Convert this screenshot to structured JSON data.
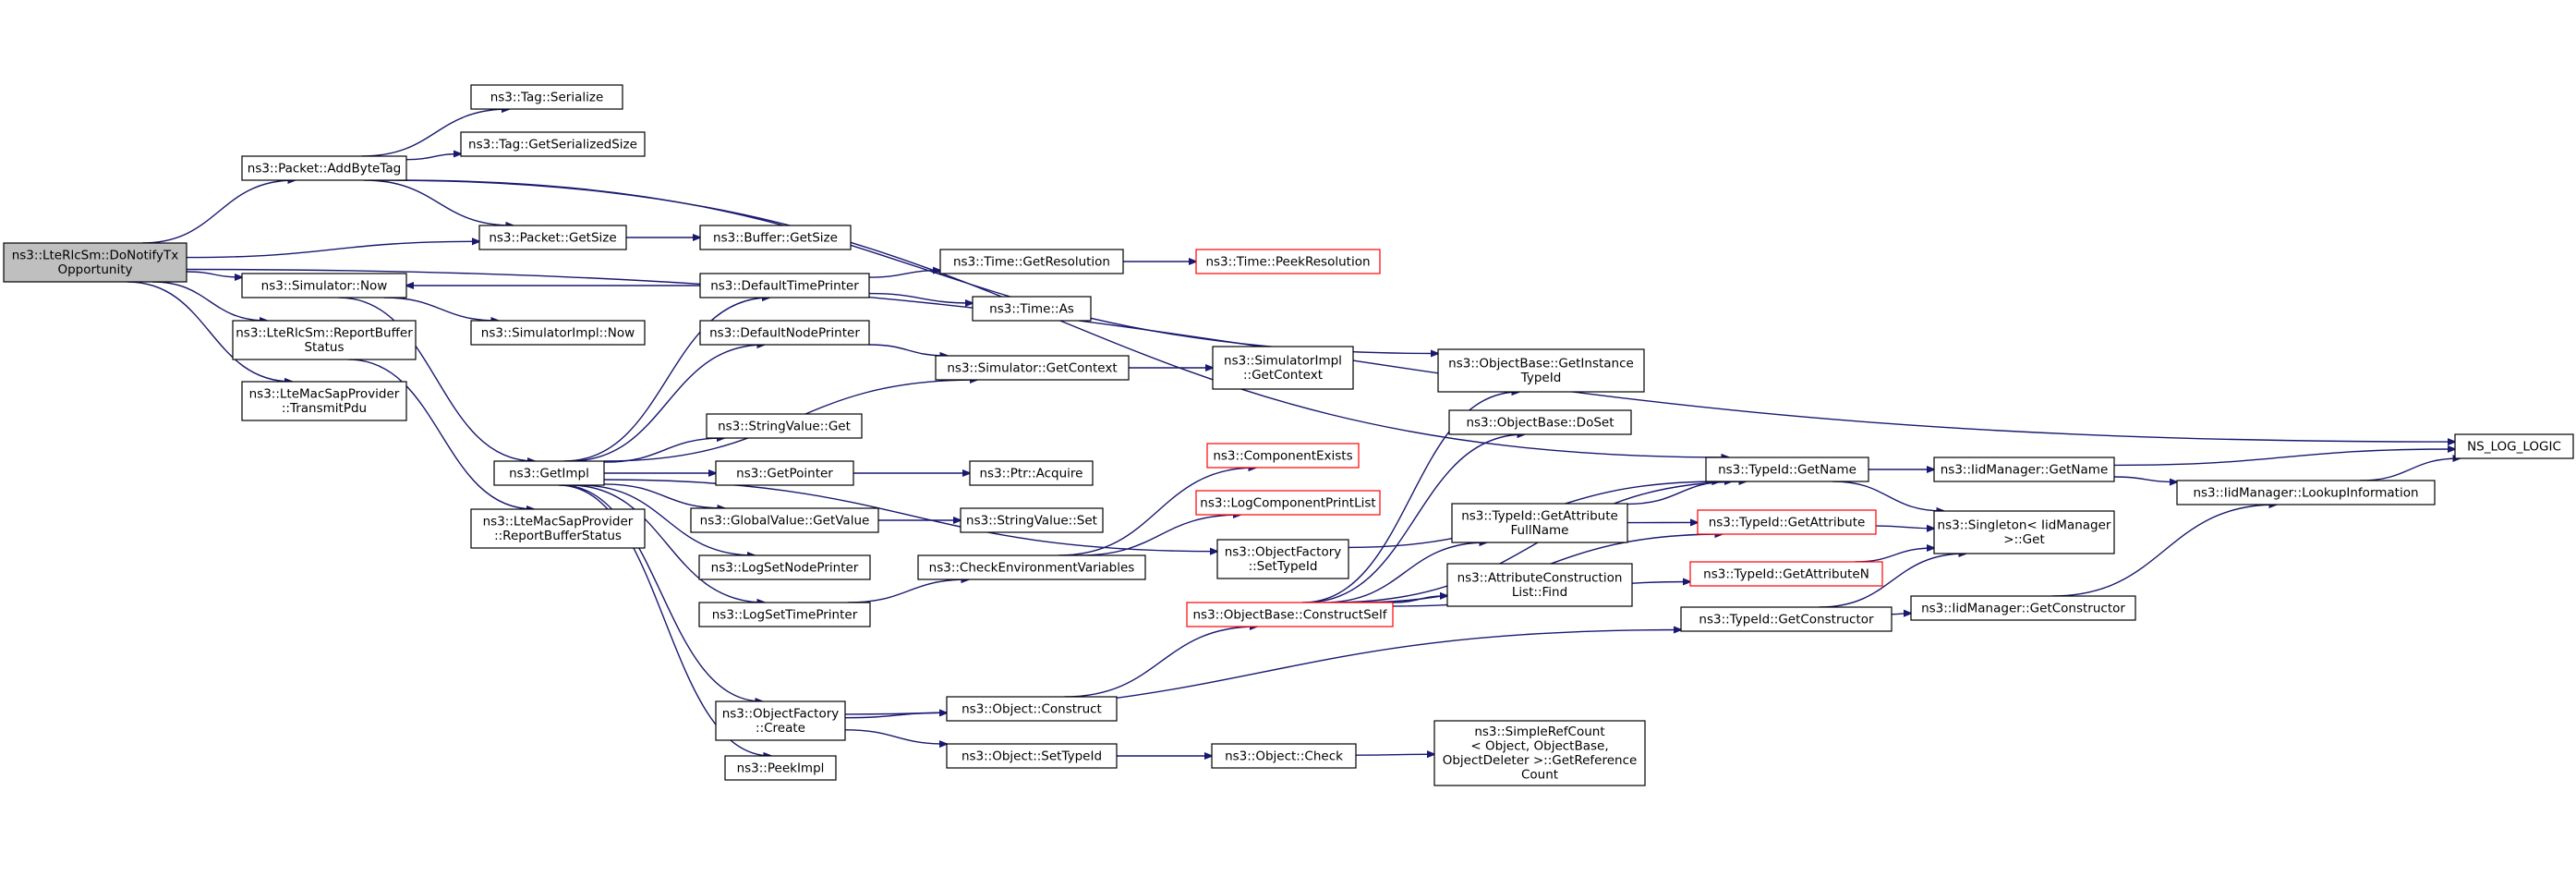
{
  "diagram": {
    "nodes": [
      {
        "id": "root",
        "lines": [
          "ns3::LteRlcSm::DoNotifyTx",
          "Opportunity"
        ],
        "style": "root"
      },
      {
        "id": "addbytetag",
        "lines": [
          "ns3::Packet::AddByteTag"
        ]
      },
      {
        "id": "getsize",
        "lines": [
          "ns3::Packet::GetSize"
        ]
      },
      {
        "id": "now",
        "lines": [
          "ns3::Simulator::Now"
        ]
      },
      {
        "id": "reportbuf",
        "lines": [
          "ns3::LteRlcSm::ReportBuffer",
          "Status"
        ]
      },
      {
        "id": "transmitpdu",
        "lines": [
          "ns3::LteMacSapProvider",
          "::TransmitPdu"
        ]
      },
      {
        "id": "tagserialize",
        "lines": [
          "ns3::Tag::Serialize"
        ]
      },
      {
        "id": "taggetser",
        "lines": [
          "ns3::Tag::GetSerializedSize"
        ]
      },
      {
        "id": "buffergetsize",
        "lines": [
          "ns3::Buffer::GetSize"
        ]
      },
      {
        "id": "simimplnow",
        "lines": [
          "ns3::SimulatorImpl::Now"
        ]
      },
      {
        "id": "getimpl",
        "lines": [
          "ns3::GetImpl"
        ]
      },
      {
        "id": "macreport",
        "lines": [
          "ns3::LteMacSapProvider",
          "::ReportBufferStatus"
        ]
      },
      {
        "id": "deftime",
        "lines": [
          "ns3::DefaultTimePrinter"
        ]
      },
      {
        "id": "defnode",
        "lines": [
          "ns3::DefaultNodePrinter"
        ]
      },
      {
        "id": "stringget",
        "lines": [
          "ns3::StringValue::Get"
        ]
      },
      {
        "id": "getpointer",
        "lines": [
          "ns3::GetPointer"
        ]
      },
      {
        "id": "globalget",
        "lines": [
          "ns3::GlobalValue::GetValue"
        ]
      },
      {
        "id": "logsetnode",
        "lines": [
          "ns3::LogSetNodePrinter"
        ]
      },
      {
        "id": "logsettime",
        "lines": [
          "ns3::LogSetTimePrinter"
        ]
      },
      {
        "id": "objfactcreate",
        "lines": [
          "ns3::ObjectFactory",
          "::Create"
        ]
      },
      {
        "id": "peekimpl",
        "lines": [
          "ns3::PeekImpl"
        ]
      },
      {
        "id": "timegetres",
        "lines": [
          "ns3::Time::GetResolution"
        ]
      },
      {
        "id": "timeas",
        "lines": [
          "ns3::Time::As"
        ]
      },
      {
        "id": "simgetctx",
        "lines": [
          "ns3::Simulator::GetContext"
        ]
      },
      {
        "id": "ptracquire",
        "lines": [
          "ns3::Ptr::Acquire"
        ]
      },
      {
        "id": "stringset",
        "lines": [
          "ns3::StringValue::Set"
        ]
      },
      {
        "id": "checkenv",
        "lines": [
          "ns3::CheckEnvironmentVariables"
        ]
      },
      {
        "id": "objconstruct",
        "lines": [
          "ns3::Object::Construct"
        ]
      },
      {
        "id": "objsettypeid",
        "lines": [
          "ns3::Object::SetTypeId"
        ]
      },
      {
        "id": "peekres",
        "lines": [
          "ns3::Time::PeekResolution"
        ],
        "style": "truncated"
      },
      {
        "id": "simimplctx",
        "lines": [
          "ns3::SimulatorImpl",
          "::GetContext"
        ]
      },
      {
        "id": "compexists",
        "lines": [
          "ns3::ComponentExists"
        ],
        "style": "truncated"
      },
      {
        "id": "logcompprint",
        "lines": [
          "ns3::LogComponentPrintList"
        ],
        "style": "truncated"
      },
      {
        "id": "objfactsettid",
        "lines": [
          "ns3::ObjectFactory",
          "::SetTypeId"
        ]
      },
      {
        "id": "constructself",
        "lines": [
          "ns3::ObjectBase::ConstructSelf"
        ],
        "style": "truncated"
      },
      {
        "id": "objcheck",
        "lines": [
          "ns3::Object::Check"
        ]
      },
      {
        "id": "getinsttid",
        "lines": [
          "ns3::ObjectBase::GetInstance",
          "TypeId"
        ]
      },
      {
        "id": "doset",
        "lines": [
          "ns3::ObjectBase::DoSet"
        ]
      },
      {
        "id": "getattrfull",
        "lines": [
          "ns3::TypeId::GetAttribute",
          "FullName"
        ]
      },
      {
        "id": "attrconstrfind",
        "lines": [
          "ns3::AttributeConstruction",
          "List::Find"
        ]
      },
      {
        "id": "simplerefcount",
        "lines": [
          "ns3::SimpleRefCount",
          "< Object, ObjectBase,",
          "ObjectDeleter >::GetReference",
          "Count"
        ]
      },
      {
        "id": "typeidgetname",
        "lines": [
          "ns3::TypeId::GetName"
        ]
      },
      {
        "id": "typeidgetattr",
        "lines": [
          "ns3::TypeId::GetAttribute"
        ],
        "style": "truncated"
      },
      {
        "id": "typeidgetattrn",
        "lines": [
          "ns3::TypeId::GetAttributeN"
        ],
        "style": "truncated"
      },
      {
        "id": "typeidgetctor",
        "lines": [
          "ns3::TypeId::GetConstructor"
        ]
      },
      {
        "id": "iidgetname",
        "lines": [
          "ns3::IidManager::GetName"
        ]
      },
      {
        "id": "singletonget",
        "lines": [
          "ns3::Singleton< IidManager",
          ">::Get"
        ]
      },
      {
        "id": "iidgetctor",
        "lines": [
          "ns3::IidManager::GetConstructor"
        ]
      },
      {
        "id": "iidlookup",
        "lines": [
          "ns3::IidManager::LookupInformation"
        ]
      },
      {
        "id": "nslog",
        "lines": [
          "NS_LOG_LOGIC"
        ]
      }
    ],
    "edges": [
      [
        "root",
        "addbytetag"
      ],
      [
        "root",
        "getsize"
      ],
      [
        "root",
        "now"
      ],
      [
        "root",
        "reportbuf"
      ],
      [
        "root",
        "transmitpdu"
      ],
      [
        "root",
        "nslog"
      ],
      [
        "addbytetag",
        "tagserialize"
      ],
      [
        "addbytetag",
        "taggetser"
      ],
      [
        "addbytetag",
        "getsize"
      ],
      [
        "addbytetag",
        "getinsttid"
      ],
      [
        "addbytetag",
        "typeidgetname"
      ],
      [
        "getsize",
        "buffergetsize"
      ],
      [
        "now",
        "simimplnow"
      ],
      [
        "now",
        "getimpl"
      ],
      [
        "reportbuf",
        "macreport"
      ],
      [
        "getimpl",
        "deftime"
      ],
      [
        "getimpl",
        "defnode"
      ],
      [
        "getimpl",
        "simgetctx"
      ],
      [
        "getimpl",
        "stringget"
      ],
      [
        "getimpl",
        "getpointer"
      ],
      [
        "getimpl",
        "globalget"
      ],
      [
        "getimpl",
        "logsetnode"
      ],
      [
        "getimpl",
        "logsettime"
      ],
      [
        "getimpl",
        "objfactsettid"
      ],
      [
        "getimpl",
        "objfactcreate"
      ],
      [
        "getimpl",
        "peekimpl"
      ],
      [
        "deftime",
        "now"
      ],
      [
        "deftime",
        "timegetres"
      ],
      [
        "deftime",
        "timeas"
      ],
      [
        "defnode",
        "simgetctx"
      ],
      [
        "getpointer",
        "ptracquire"
      ],
      [
        "globalget",
        "stringset"
      ],
      [
        "logsettime",
        "checkenv"
      ],
      [
        "objfactcreate",
        "objconstruct"
      ],
      [
        "objfactcreate",
        "objsettypeid"
      ],
      [
        "objfactcreate",
        "typeidgetctor"
      ],
      [
        "timegetres",
        "peekres"
      ],
      [
        "simgetctx",
        "simimplctx"
      ],
      [
        "checkenv",
        "compexists"
      ],
      [
        "checkenv",
        "logcompprint"
      ],
      [
        "objconstruct",
        "constructself"
      ],
      [
        "objsettypeid",
        "objcheck"
      ],
      [
        "objcheck",
        "simplerefcount"
      ],
      [
        "objfactsettid",
        "typeidgetname"
      ],
      [
        "constructself",
        "getinsttid"
      ],
      [
        "constructself",
        "doset"
      ],
      [
        "constructself",
        "getattrfull"
      ],
      [
        "constructself",
        "attrconstrfind"
      ],
      [
        "constructself",
        "typeidgetname"
      ],
      [
        "constructself",
        "typeidgetattr"
      ],
      [
        "constructself",
        "typeidgetattrn"
      ],
      [
        "getattrfull",
        "typeidgetname"
      ],
      [
        "getattrfull",
        "typeidgetattr"
      ],
      [
        "typeidgetname",
        "iidgetname"
      ],
      [
        "typeidgetname",
        "singletonget"
      ],
      [
        "typeidgetattr",
        "singletonget"
      ],
      [
        "typeidgetattrn",
        "singletonget"
      ],
      [
        "typeidgetctor",
        "singletonget"
      ],
      [
        "typeidgetctor",
        "iidgetctor"
      ],
      [
        "iidgetname",
        "iidlookup"
      ],
      [
        "iidgetname",
        "nslog"
      ],
      [
        "iidgetctor",
        "iidlookup"
      ],
      [
        "iidlookup",
        "nslog"
      ]
    ],
    "colors": {
      "edge": "#191970",
      "root_fill": "#bfbfbf",
      "truncated_border": "#ff0000"
    }
  }
}
